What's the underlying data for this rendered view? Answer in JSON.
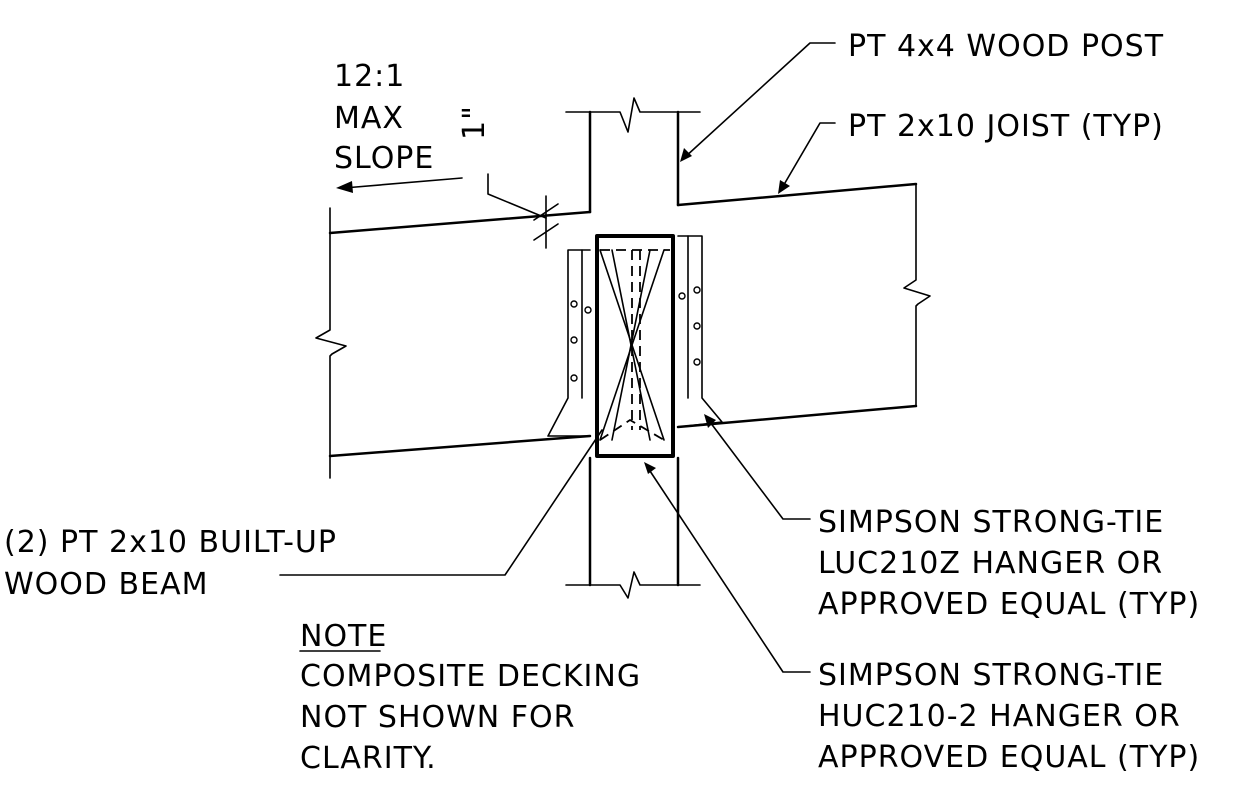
{
  "labels": {
    "post": "PT 4x4 WOOD POST",
    "joist": "PT 2x10 JOIST (TYP)",
    "slope_ratio": "12:1",
    "slope_max": "MAX",
    "slope_word": "SLOPE",
    "dimension": "1\"",
    "beam_line1": "(2) PT 2x10 BUILT-UP",
    "beam_line2": "WOOD BEAM",
    "note_title": "NOTE",
    "note_line1": "COMPOSITE DECKING",
    "note_line2": "NOT SHOWN FOR",
    "note_line3": "CLARITY.",
    "luc_line1": "SIMPSON STRONG-TIE",
    "luc_line2": "LUC210Z HANGER OR",
    "luc_line3": "APPROVED EQUAL (TYP)",
    "huc_line1": "SIMPSON STRONG-TIE",
    "huc_line2": "HUC210-2 HANGER OR",
    "huc_line3": "APPROVED EQUAL (TYP)"
  }
}
